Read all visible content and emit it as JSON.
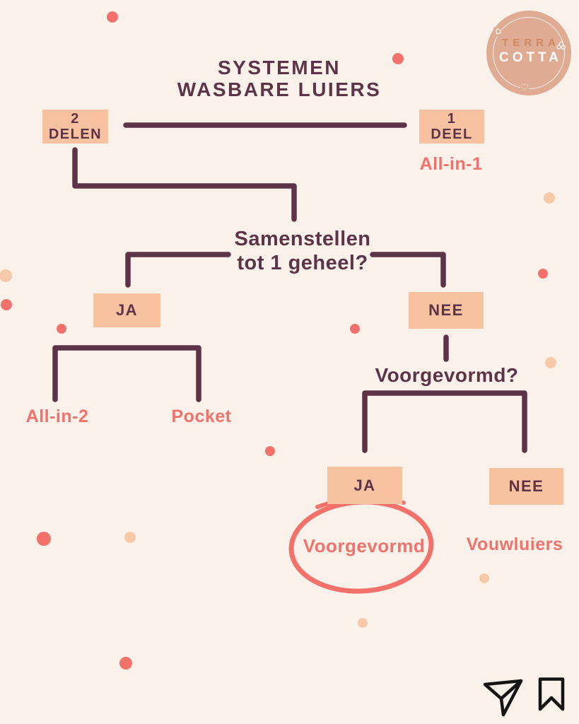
{
  "title": {
    "line1": "SYSTEMEN",
    "line2": "WASBARE LUIERS"
  },
  "logo": {
    "line1": "TERRA",
    "line2": "COTTA"
  },
  "tree": {
    "branch_left": {
      "line1": "2",
      "line2": "DELEN"
    },
    "branch_right": {
      "line1": "1",
      "line2": "DEEL"
    },
    "branch_right_result": "All-in-1",
    "question1": {
      "line1": "Samenstellen",
      "line2": "tot 1 geheel?"
    },
    "q1_yes": "JA",
    "q1_no": "NEE",
    "q1_yes_results": [
      "All-in-2",
      "Pocket"
    ],
    "question2": "Voorgevormd?",
    "q2_yes": "JA",
    "q2_no": "NEE",
    "q2_yes_result": "Voorgevormd",
    "q2_no_result": "Vouwluiers"
  },
  "colors": {
    "background": "#faf2ea",
    "connector_line": "#5d3348",
    "node_fill": "#f8c2a0",
    "node_text": "#5d3348",
    "coral_accent": "#f2726b",
    "peach_dot": "#f8c9a8",
    "logo_circle": "#dfab92",
    "logo_terra_text": "#cf8a5f",
    "logo_cotta_text": "#ffffff",
    "action_icon": "#141414"
  }
}
